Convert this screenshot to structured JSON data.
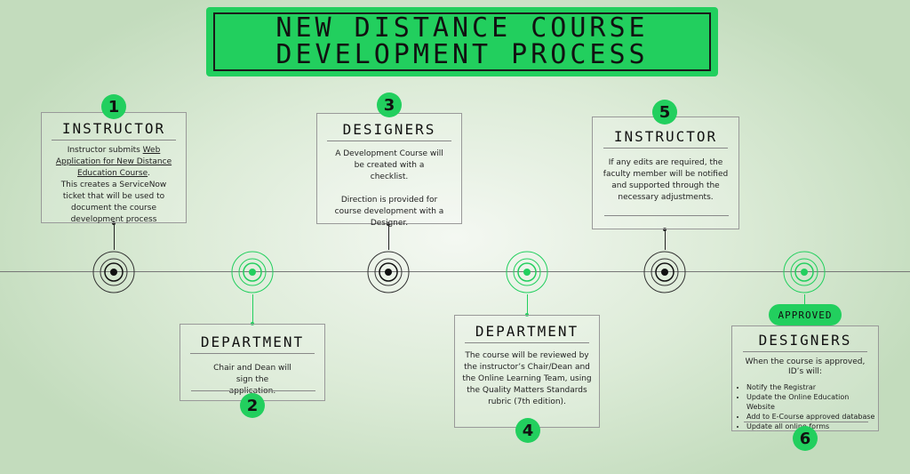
{
  "title": {
    "line1": "NEW DISTANCE COURSE",
    "line2": "DEVELOPMENT PROCESS"
  },
  "steps": [
    {
      "number": "1",
      "heading": "INSTRUCTOR",
      "text_before_link": "Instructor submits ",
      "link_text": "Web Application for New Distance Education Course",
      "text_after_link": ".",
      "text2": "This creates a ServiceNow ticket that will be used to document the course development process"
    },
    {
      "number": "2",
      "heading": "DEPARTMENT",
      "text": "Chair and Dean will sign the application."
    },
    {
      "number": "3",
      "heading": "DESIGNERS",
      "text": "A Development Course will be created with a checklist.",
      "text2": "Direction is provided for course development with a Designer."
    },
    {
      "number": "4",
      "heading": "DEPARTMENT",
      "text": "The course will be reviewed by the instructor’s Chair/Dean and the Online Learning Team, using the Quality Matters Standards rubric (7th edition)."
    },
    {
      "number": "5",
      "heading": "INSTRUCTOR",
      "text": "If any edits are required, the faculty member will be notified and supported through the necessary adjustments."
    },
    {
      "number": "6",
      "badge": "APPROVED",
      "heading": "DESIGNERS",
      "intro": "When the course is approved, ID’s will:",
      "bullets": [
        "Notify the Registrar",
        "Update the Online Education Website",
        "Add to E-Course approved database",
        "Update all online forms"
      ]
    }
  ],
  "colors": {
    "accent": "#22cf5e",
    "dark": "#1a1a1a",
    "background": "#dcebd7"
  }
}
